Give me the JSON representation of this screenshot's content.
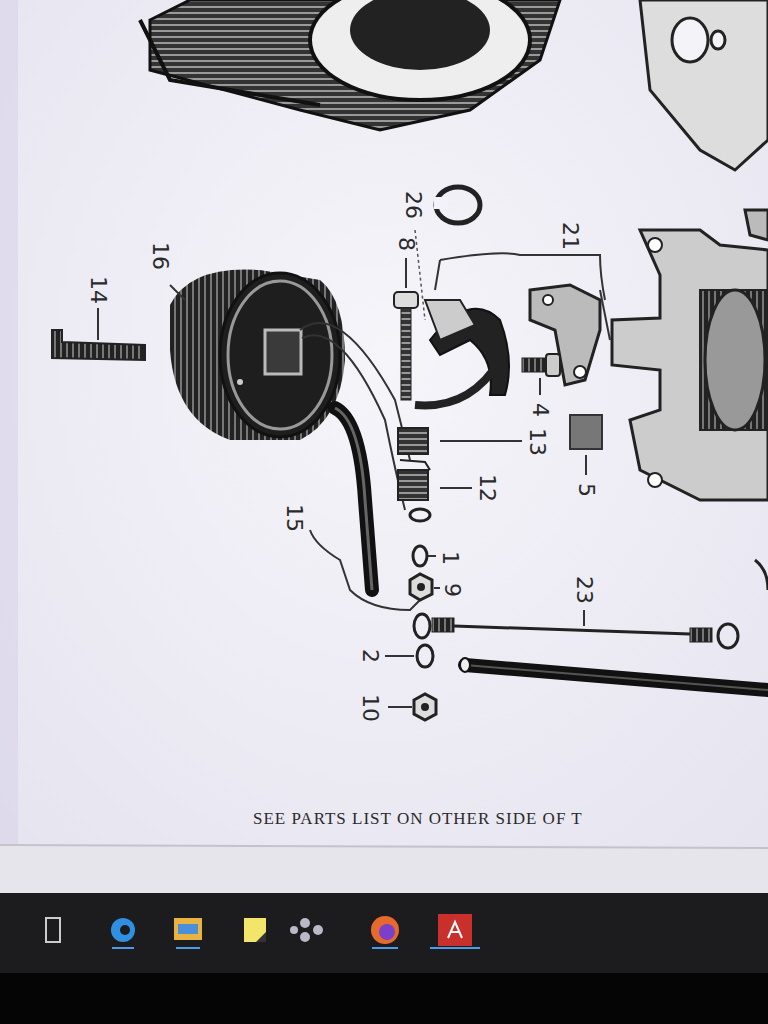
{
  "diagram": {
    "labels": [
      "14",
      "16",
      "26",
      "8",
      "21",
      "13",
      "12",
      "4",
      "5",
      "15",
      "1",
      "9",
      "23",
      "2",
      "10",
      "SEE PARTS LIST ON OTHER SIDE OF T"
    ]
  }
}
